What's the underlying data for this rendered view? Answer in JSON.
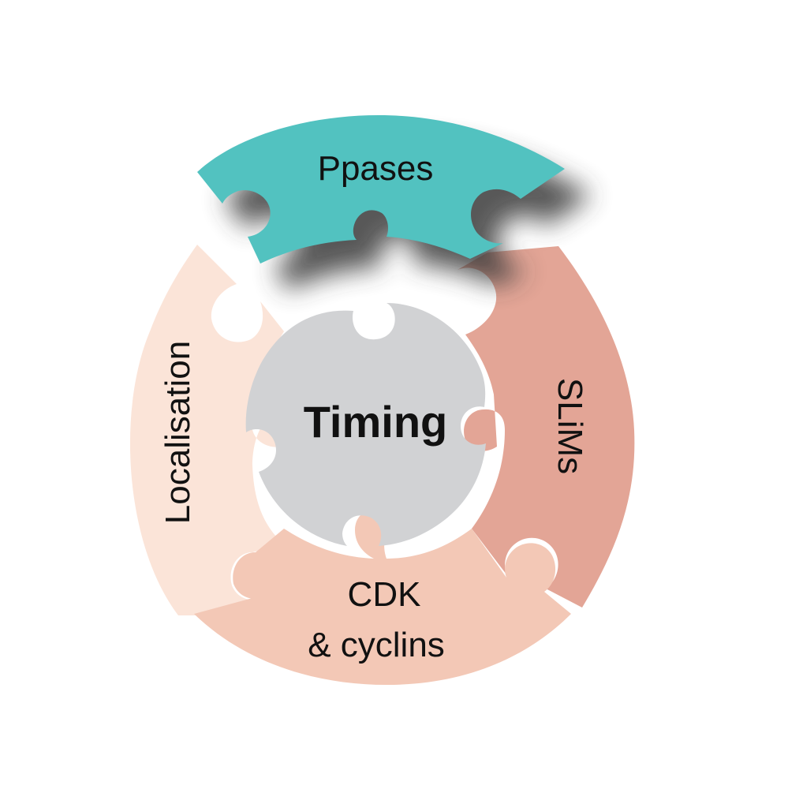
{
  "diagram": {
    "center": {
      "label": "Timing",
      "color": "#d1d2d4"
    },
    "pieces": {
      "top": {
        "label": "Ppases",
        "color": "#52c2c0"
      },
      "right": {
        "label": "SLiMs",
        "color": "#e3a596"
      },
      "bottom": {
        "line1": "CDK",
        "line2": "& cyclins",
        "color": "#f3c8b6"
      },
      "left": {
        "label": "Localisation",
        "color": "#fbe4d8"
      }
    },
    "shadow_color": "#3a3a3a"
  }
}
